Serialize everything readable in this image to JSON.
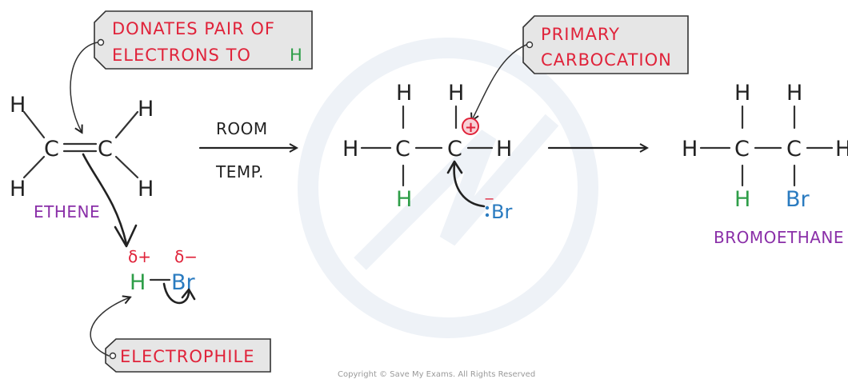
{
  "labels": {
    "donates": [
      "DONATES PAIR OF",
      "ELECTRONS TO"
    ],
    "donates_h": "H",
    "primary_carbocation": [
      "PRIMARY",
      "CARBOCATION"
    ],
    "electrophile": "ELECTROPHILE",
    "ethene": "ETHENE",
    "bromoethane": "BROMOETHANE",
    "condition_top": "ROOM",
    "condition_bottom": "TEMP.",
    "copyright": "Copyright © Save My Exams. All Rights Reserved"
  },
  "atoms": {
    "H": "H",
    "C": "C",
    "Br": "Br",
    "bromide": "Br",
    "bromide_charge": "−",
    "delta_plus": "δ+",
    "delta_minus": "δ−",
    "plus": "+"
  },
  "colors": {
    "label_red": "#e0233a",
    "hydrogen_green": "#2e9e48",
    "bromine_blue": "#2a7bc0",
    "name_purple": "#8a2fa8",
    "tag_fill": "#e6e6e6"
  }
}
